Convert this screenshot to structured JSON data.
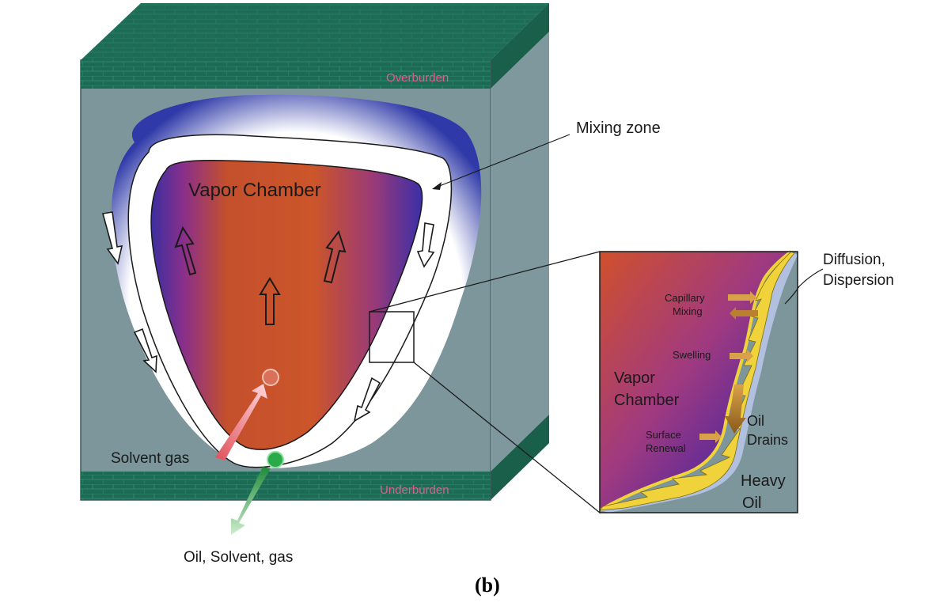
{
  "figure": {
    "panel_caption": "(b)",
    "labels": {
      "overburden": "Overburden",
      "underburden": "Underburden",
      "mixing_zone": "Mixing zone",
      "vapor_chamber": "Vapor Chamber",
      "solvent_gas": "Solvent gas",
      "products": "Oil, Solvent, gas"
    },
    "inset": {
      "diffusion_line1": "Diffusion,",
      "diffusion_line2": "Dispersion",
      "capillary_line1": "Capillary",
      "capillary_line2": "Mixing",
      "swelling": "Swelling",
      "vapor_line1": "Vapor",
      "vapor_line2": "Chamber",
      "surface_line1": "Surface",
      "surface_line2": "Renewal",
      "oil_line1": "Oil",
      "oil_line2": "Drains",
      "heavy_line1": "Heavy",
      "heavy_line2": "Oil"
    }
  },
  "colors": {
    "rock_green": "#1e6b55",
    "rock_face": "#7d969c",
    "chamber_red": "#c8502a",
    "chamber_purple": "#6a2a9a",
    "mixing_blue": "#2f3fa8",
    "oil_yellow": "#f0d23a",
    "label_pink": "#d9608f"
  }
}
